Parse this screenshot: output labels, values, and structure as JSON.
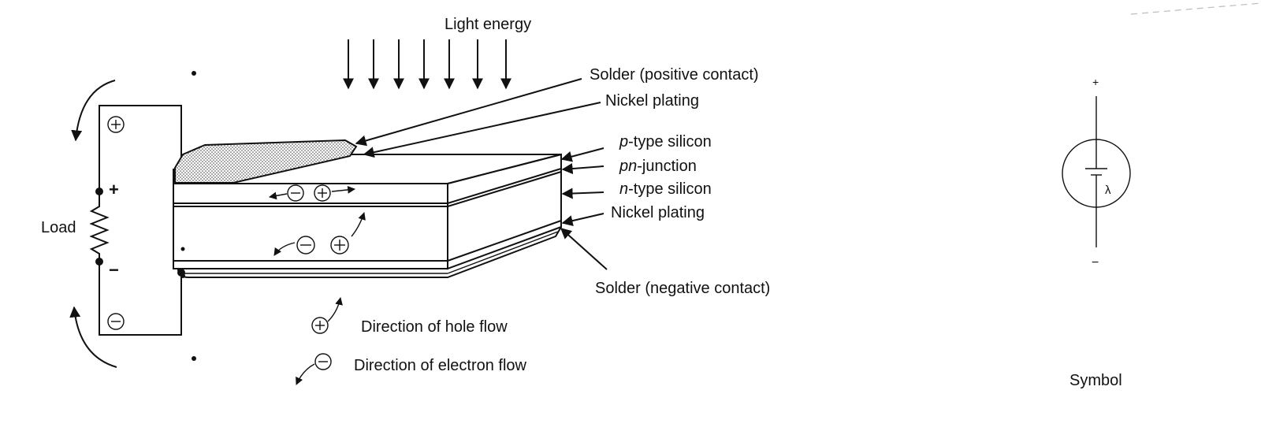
{
  "light_label": "Light energy",
  "load_label": "Load",
  "layer_labels": {
    "solder_positive": "Solder (positive contact)",
    "nickel_top": "Nickel plating",
    "p_prefix": "p",
    "p_suffix": "-type silicon",
    "pn_prefix": "pn",
    "pn_suffix": "-junction",
    "n_prefix": "n",
    "n_suffix": "-type silicon",
    "nickel_bottom": "Nickel plating",
    "solder_negative": "Solder (negative contact)"
  },
  "legend": {
    "hole_flow": "Direction of hole flow",
    "electron_flow": "Direction of electron flow"
  },
  "symbol": {
    "caption": "Symbol",
    "plus": "+",
    "minus": "−",
    "lambda": "λ"
  },
  "signs": {
    "plus": "+",
    "minus": "−"
  }
}
